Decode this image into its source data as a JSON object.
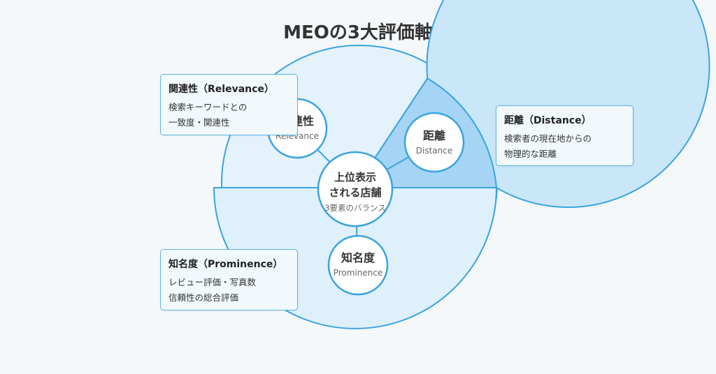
{
  "title": "MEOの3大評価軸",
  "center": {
    "line1": "上位表示",
    "line2": "される店舗",
    "sub": "3要素のバランス"
  },
  "relevance": {
    "name": "関連性",
    "en": "Relevance",
    "box_title": "関連性（Relevance）",
    "desc1": "検索キーワードとの",
    "desc2": "一致度・関連性"
  },
  "distance": {
    "name": "距離",
    "en": "Distance",
    "box_title": "距離（Distance）",
    "desc1": "検索者の現在地からの",
    "desc2": "物理的な距離"
  },
  "prominence": {
    "name": "知名度",
    "en": "Prominence",
    "box_title": "知名度（Prominence）",
    "desc1": "レビュー評価・写真数",
    "desc2": "信頼性の総合評価"
  },
  "colors": {
    "stroke": "#3aa3e0",
    "fill_relevance": "#c9e7f8",
    "fill_distance": "#a5d4f5",
    "fill_prominence": "#ddf0fb",
    "back_circle": "#e4f2fb"
  }
}
